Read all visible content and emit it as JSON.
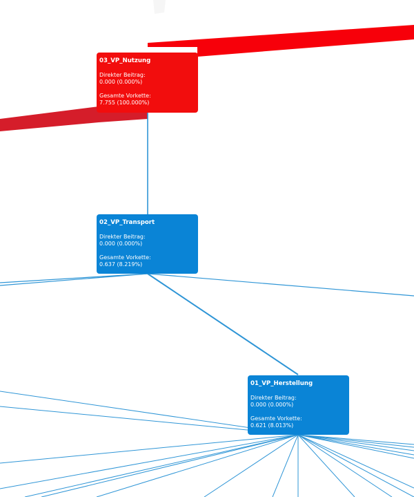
{
  "colors": {
    "critical": "#f20d0d",
    "critical_dark": "#d51d2a",
    "normal": "#0a84d6",
    "edge": "#2e95d6",
    "background": "#ffffff"
  },
  "nodes": [
    {
      "id": "03_VP_Nutzung",
      "title": "03_VP_Nutzung",
      "direct_label": "Direkter Beitrag:",
      "direct_value": "0.000 (0.000%)",
      "total_label": "Gesamte Vorkette:",
      "total_value": "7.755 (100.000%)",
      "status": "critical"
    },
    {
      "id": "02_VP_Transport",
      "title": "02_VP_Transport",
      "direct_label": "Direkter Beitrag:",
      "direct_value": "0.000 (0.000%)",
      "total_label": "Gesamte Vorkette:",
      "total_value": "0.637 (8.219%)",
      "status": "normal"
    },
    {
      "id": "01_VP_Herstellung",
      "title": "01_VP_Herstellung",
      "direct_label": "Direkter Beitrag:",
      "direct_value": "0.000 (0.000%)",
      "total_label": "Gesamte Vorkette:",
      "total_value": "0.621 (8.013%)",
      "status": "normal"
    }
  ]
}
